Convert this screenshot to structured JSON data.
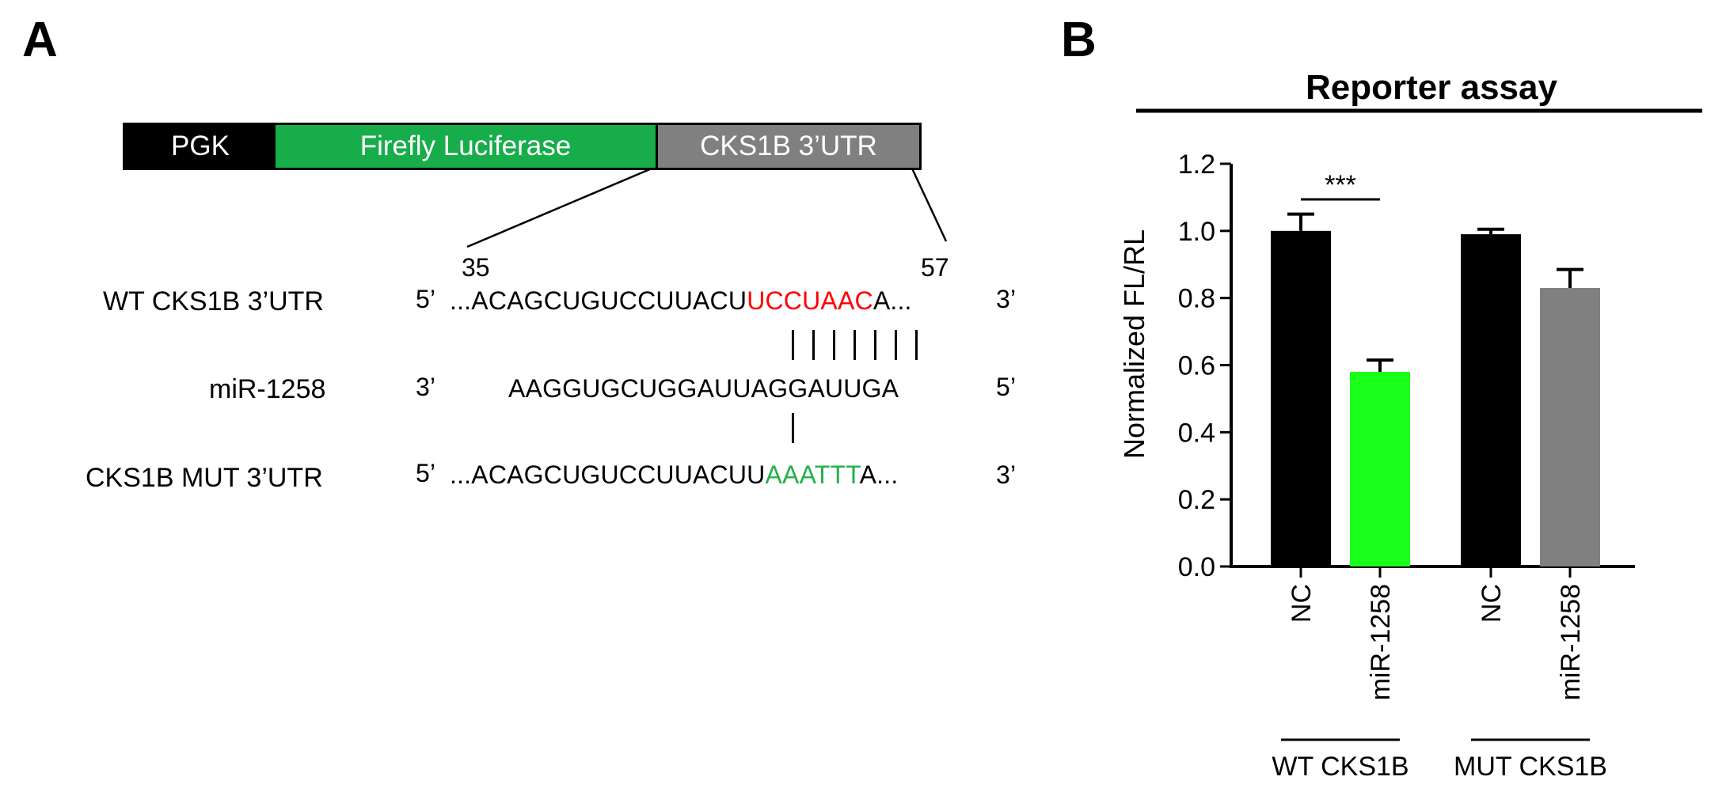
{
  "panel_a": {
    "letter": "A",
    "construct": {
      "segments": [
        {
          "label": "PGK",
          "color": "#000000"
        },
        {
          "label": "Firefly Luciferase",
          "color": "#18ad4b"
        },
        {
          "label": "CKS1B 3’UTR",
          "color": "#808080"
        }
      ]
    },
    "positions": {
      "start": "35",
      "end": "57"
    },
    "rows": {
      "wt": {
        "label": "WT CKS1B 3’UTR",
        "end5": "5’",
        "prefix": "...ACAGCUGUCCUUACU",
        "seed": "UCCUAAC",
        "suffix": "A...",
        "end3": "3’",
        "seed_color": "#ff0000"
      },
      "mir": {
        "label": "miR-1258",
        "end3": "3’",
        "sequence": "AAGGUGCUGGAUUAGGAUUGA",
        "end5": "5’"
      },
      "mut": {
        "label": "CKS1B  MUT 3’UTR",
        "end5": "5’",
        "prefix": "...ACAGCUGUCCUUACUU",
        "seed": "AAATTT",
        "suffix": "A...",
        "end3": "3’",
        "seed_color": "#22b14c"
      }
    },
    "pairing_marks": {
      "wt_mir_pairs": 7,
      "mir_mut_pairs": 1
    }
  },
  "panel_b": {
    "letter": "B",
    "significance": "***",
    "groups": [
      "WT CKS1B",
      "MUT CKS1B"
    ]
  },
  "chart_data": {
    "type": "bar",
    "title": "Reporter assay",
    "ylabel": "Normalized FL/RL",
    "xlabel": "",
    "categories": [
      "NC",
      "miR-1258",
      "NC",
      "miR-1258"
    ],
    "groups": [
      {
        "name": "WT CKS1B",
        "categories": [
          0,
          1
        ]
      },
      {
        "name": "MUT CKS1B",
        "categories": [
          2,
          3
        ]
      }
    ],
    "values": [
      1.0,
      0.58,
      0.99,
      0.83
    ],
    "errors": [
      0.05,
      0.035,
      0.015,
      0.055
    ],
    "colors": [
      "#000000",
      "#1aff1a",
      "#000000",
      "#808080"
    ],
    "ylim": [
      0.0,
      1.2
    ],
    "yticks": [
      "0.0",
      "0.2",
      "0.4",
      "0.6",
      "0.8",
      "1.0",
      "1.2"
    ],
    "annotations": [
      {
        "text": "***",
        "between": [
          0,
          1
        ]
      }
    ],
    "grid": false,
    "legend": "none"
  }
}
